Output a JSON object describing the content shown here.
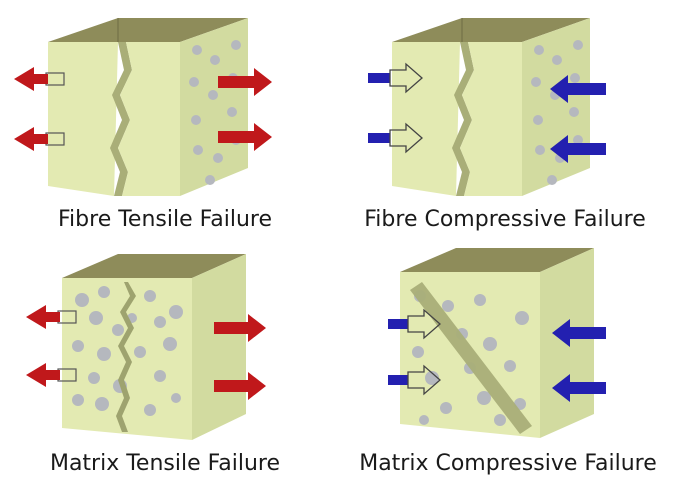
{
  "panels": [
    {
      "caption": "Fibre Tensile Failure",
      "mode": "fibre",
      "load": "tension",
      "arrow_color": "#c0181b"
    },
    {
      "caption": "Fibre Compressive Failure",
      "mode": "fibre",
      "load": "compression",
      "arrow_color": "#2320b0"
    },
    {
      "caption": "Matrix Tensile Failure",
      "mode": "matrix",
      "load": "tension",
      "arrow_color": "#c0181b"
    },
    {
      "caption": "Matrix Compressive Failure",
      "mode": "matrix",
      "load": "compression",
      "arrow_color": "#2320b0"
    }
  ],
  "colors": {
    "cube_front": "#e3eab2",
    "cube_side": "#d2dba0",
    "cube_top": "#8e8c5a",
    "crack": "#a9ae78",
    "fibre_dot": "#b5b8be",
    "tension_arrow": "#c0181b",
    "compression_arrow": "#2320b0"
  }
}
